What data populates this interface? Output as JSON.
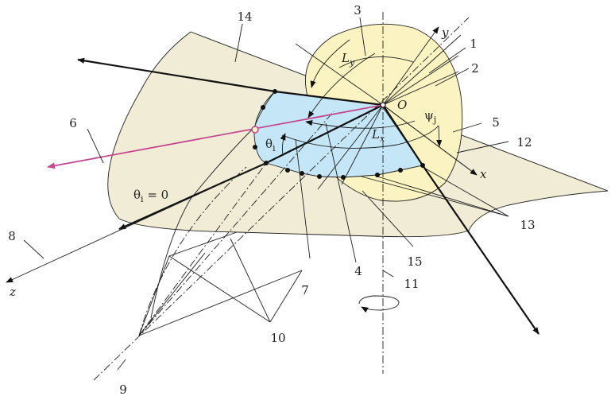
{
  "colors": {
    "surface_fill": "#f1ecd6",
    "disk_fill": "#fbf4c2",
    "blue_fill": "#c5e6f6",
    "beam_color": "#c4478f",
    "line_color": "#1f1f1f"
  },
  "labels": {
    "n1": "1",
    "n2": "2",
    "n3": "3",
    "n4": "4",
    "n5": "5",
    "n6": "6",
    "n7": "7",
    "n8": "8",
    "n9": "9",
    "n10": "10",
    "n11": "11",
    "n12": "12",
    "n13": "13",
    "n14": "14",
    "n15": "15",
    "origin": "O",
    "axis_x": "x",
    "axis_y": "y",
    "axis_z": "z",
    "Ly_base": "L",
    "Ly_sub": "y",
    "Lx_base": "L",
    "Lx_sub": "x",
    "theta_i_base": "θ",
    "theta_i_sub": "i",
    "psi_j_base": "ψ",
    "psi_j_sub": "j",
    "theta_zero_base": "θ",
    "theta_zero_sub": "i",
    "theta_zero_rest": " = 0"
  }
}
